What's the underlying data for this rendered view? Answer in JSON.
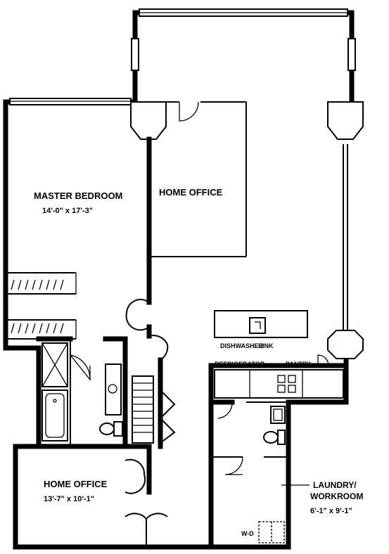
{
  "rooms": {
    "master_bedroom": {
      "name": "MASTER BEDROOM",
      "dims": "14'-0\" x 17'-3\""
    },
    "home_office_upper": {
      "name": "HOME OFFICE"
    },
    "home_office_lower": {
      "name": "HOME OFFICE",
      "dims": "13'-7\" x 10'-1\""
    },
    "laundry": {
      "name_line1": "LAUNDRY/",
      "name_line2": "WORKROOM",
      "dims": "6'-1\" x 9'-1\""
    }
  },
  "fixtures": {
    "dishwasher": "DISHWASHER",
    "sink": "SINK",
    "refrigerator": "REFRIGERATOR",
    "pantry": "PANTRY",
    "washer_dryer": "W-D"
  }
}
